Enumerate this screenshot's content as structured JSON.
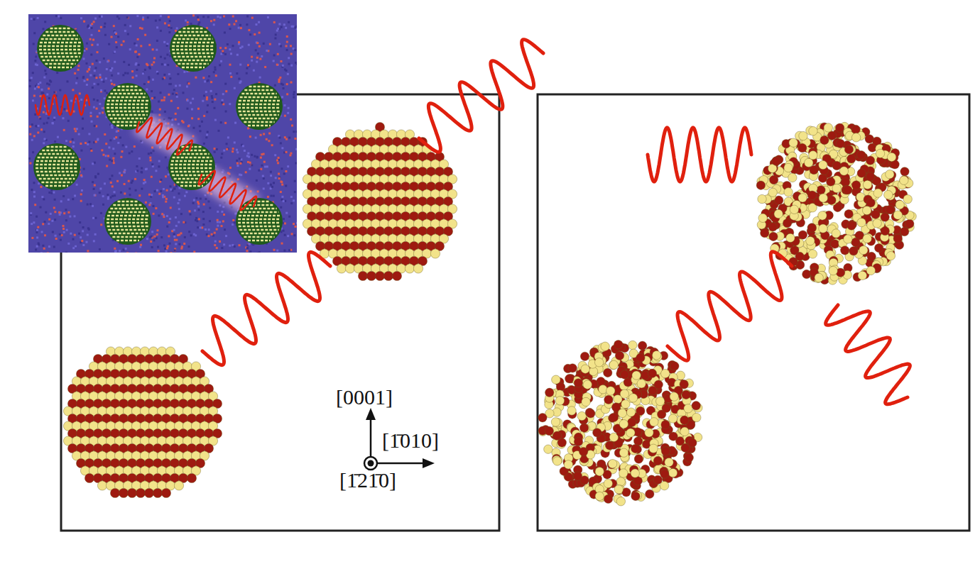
{
  "diagram": {
    "labels": [
      "[0001]",
      "[1̄010]",
      "[1̄21̄0]"
    ]
  }
}
